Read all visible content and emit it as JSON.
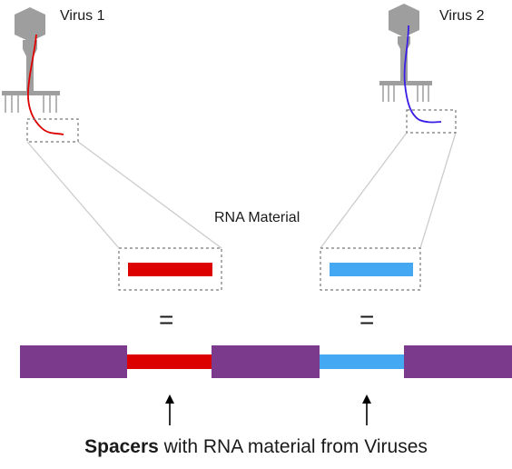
{
  "labels": {
    "virus1": "Virus 1",
    "virus2": "Virus 2",
    "rna_material": "RNA Material",
    "equals_1": "=",
    "equals_2": "=",
    "caption_bold": "Spacers",
    "caption_rest": " with RNA material from Viruses"
  },
  "colors": {
    "virus_body": "#9e9e9e",
    "virus1_rna": "#dd0000",
    "virus2_rna": "#3a1ee6",
    "spacer_red": "#dd0000",
    "spacer_blue": "#44a8f2",
    "repeat_purple": "#7b3a8c",
    "dashed_box": "#777777",
    "zoom_lines": "#cccccc"
  },
  "icons": {
    "virus1": "bacteriophage-icon",
    "virus2": "bacteriophage-icon",
    "arrows": "up-arrow-icon"
  }
}
